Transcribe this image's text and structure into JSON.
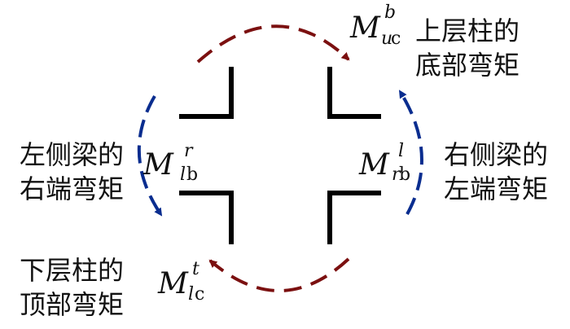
{
  "labels": {
    "top_right": [
      "上层柱的",
      "底部弯矩"
    ],
    "left": [
      "左侧梁的",
      "右端弯矩"
    ],
    "right": [
      "右侧梁的",
      "左端弯矩"
    ],
    "bottom_left": [
      "下层柱的",
      "顶部弯矩"
    ]
  },
  "moments": {
    "top": {
      "base": "M",
      "sup": "b",
      "sub_italic": "u",
      "sub_upright": "c"
    },
    "left": {
      "base": "M",
      "sup": "r",
      "sub_italic": "l",
      "sub_upright": "b"
    },
    "right": {
      "base": "M",
      "sup": "l",
      "sub_italic": "r",
      "sub_upright": "b"
    },
    "bottom": {
      "base": "M",
      "sup": "t",
      "sub_italic": "l",
      "sub_upright": "c"
    }
  },
  "colors": {
    "column_moment_arc": "#7b1010",
    "beam_moment_arc": "#0a2d8f",
    "joint_lines": "#000000"
  }
}
